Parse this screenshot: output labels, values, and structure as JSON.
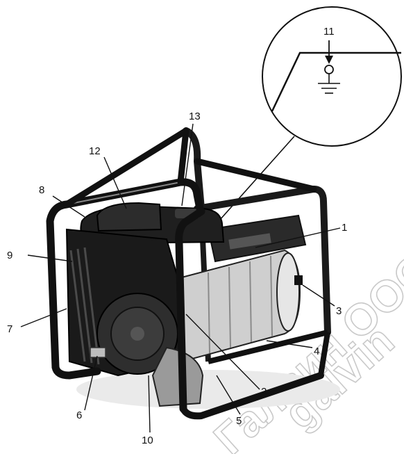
{
  "callouts": {
    "c1": "1",
    "c2": "2",
    "c3": "3",
    "c4": "4",
    "c5": "5",
    "c6": "6",
    "c7": "7",
    "c8": "8",
    "c9": "9",
    "c10": "10",
    "c11": "11",
    "c12": "12",
    "c13": "13"
  },
  "watermark": {
    "line1": "Галвин ООО",
    "line2": "galvin"
  },
  "symbols": {
    "ground": "ground-symbol-icon"
  }
}
